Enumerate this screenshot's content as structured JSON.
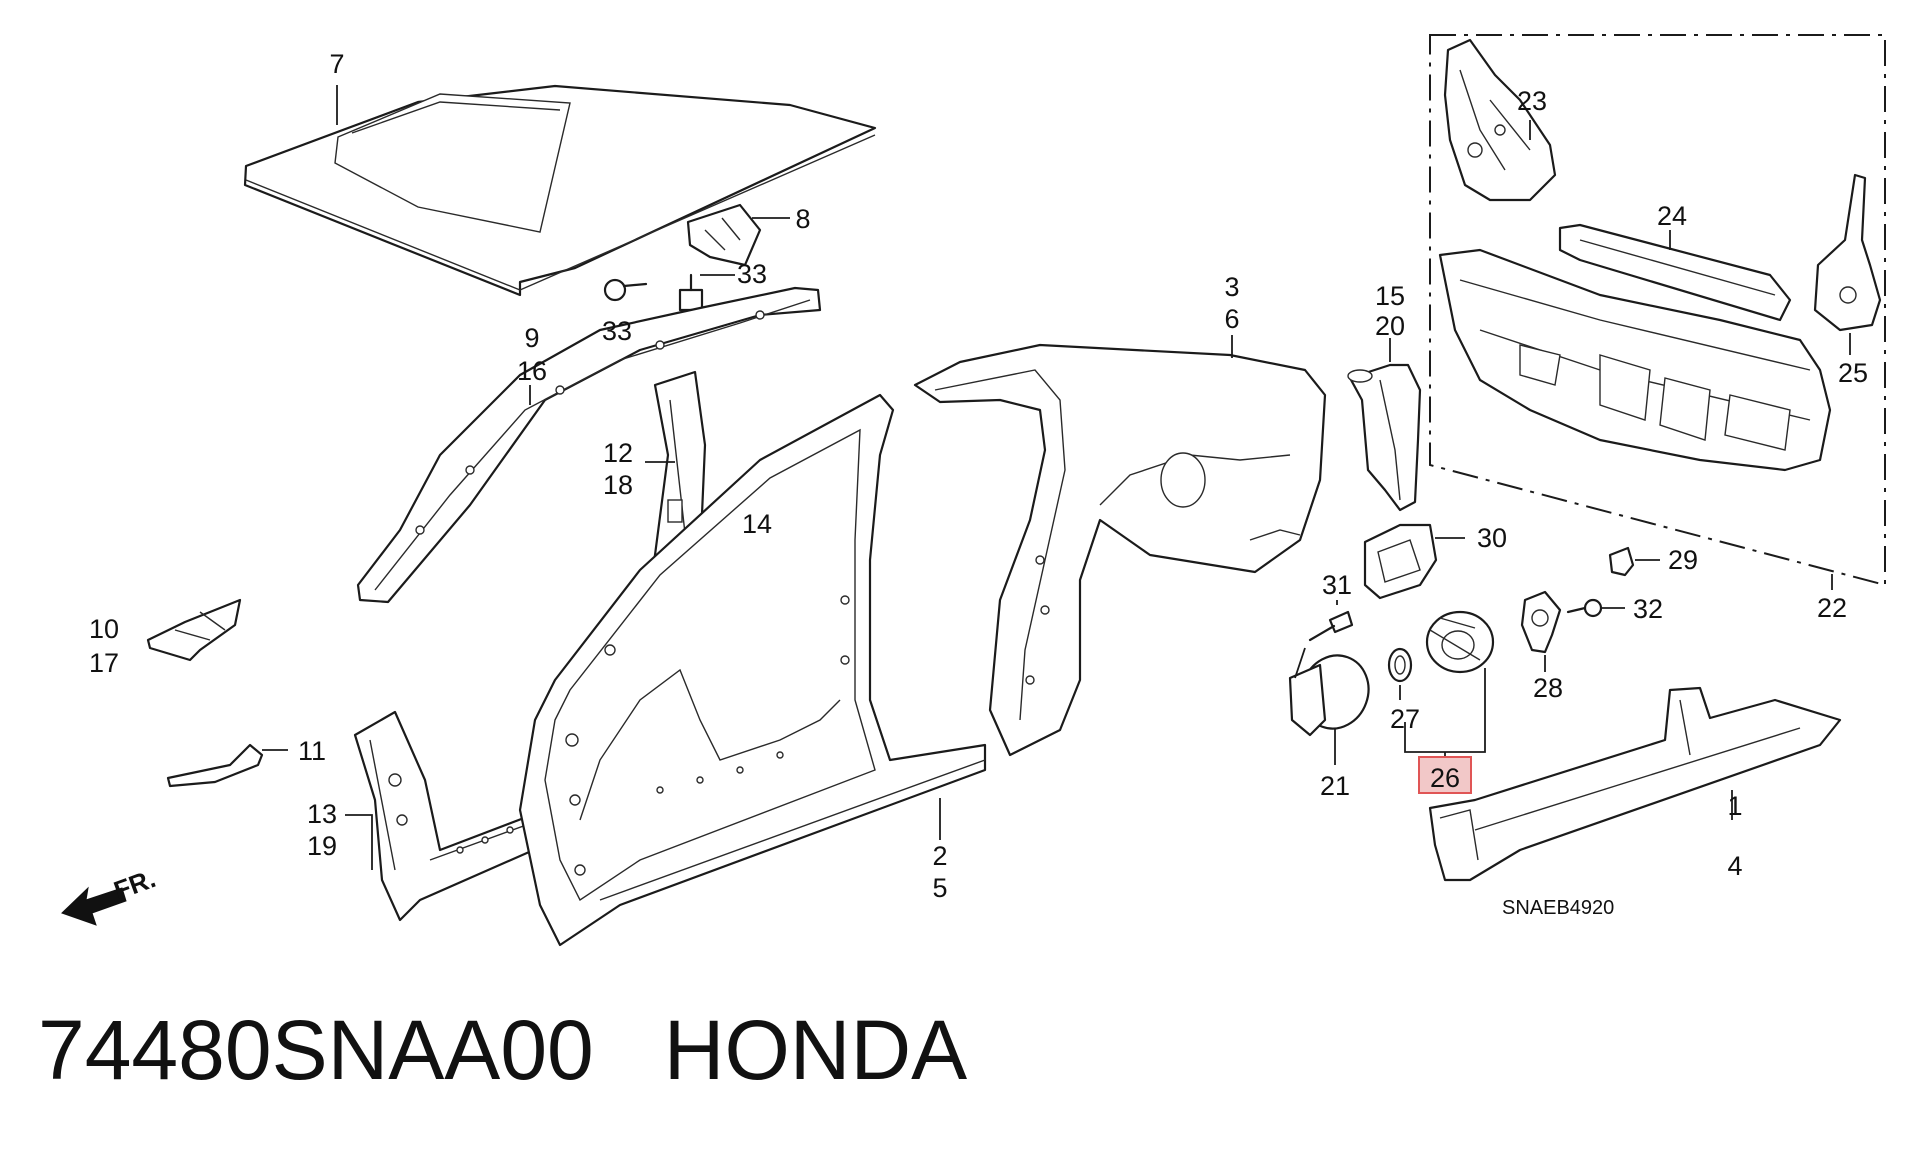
{
  "diagram": {
    "callouts": {
      "c1": "1",
      "c2": "2",
      "c3": "3",
      "c4": "4",
      "c5": "5",
      "c6": "6",
      "c7": "7",
      "c8": "8",
      "c9": "9",
      "c10": "10",
      "c11": "11",
      "c12": "12",
      "c13": "13",
      "c14": "14",
      "c15": "15",
      "c16": "16",
      "c17": "17",
      "c18": "18",
      "c19": "19",
      "c20": "20",
      "c21": "21",
      "c22": "22",
      "c23": "23",
      "c24": "24",
      "c25": "25",
      "c26": "26",
      "c27": "27",
      "c28": "28",
      "c29": "29",
      "c30": "30",
      "c31": "31",
      "c32": "32",
      "c33a": "33",
      "c33b": "33"
    },
    "highlighted_callout": "26",
    "highlight_color": "#e05555",
    "front_arrow_label": "FR.",
    "diagram_code": "SNAEB4920"
  },
  "footer": {
    "part_number": "74480SNAA00",
    "brand": "HONDA"
  }
}
